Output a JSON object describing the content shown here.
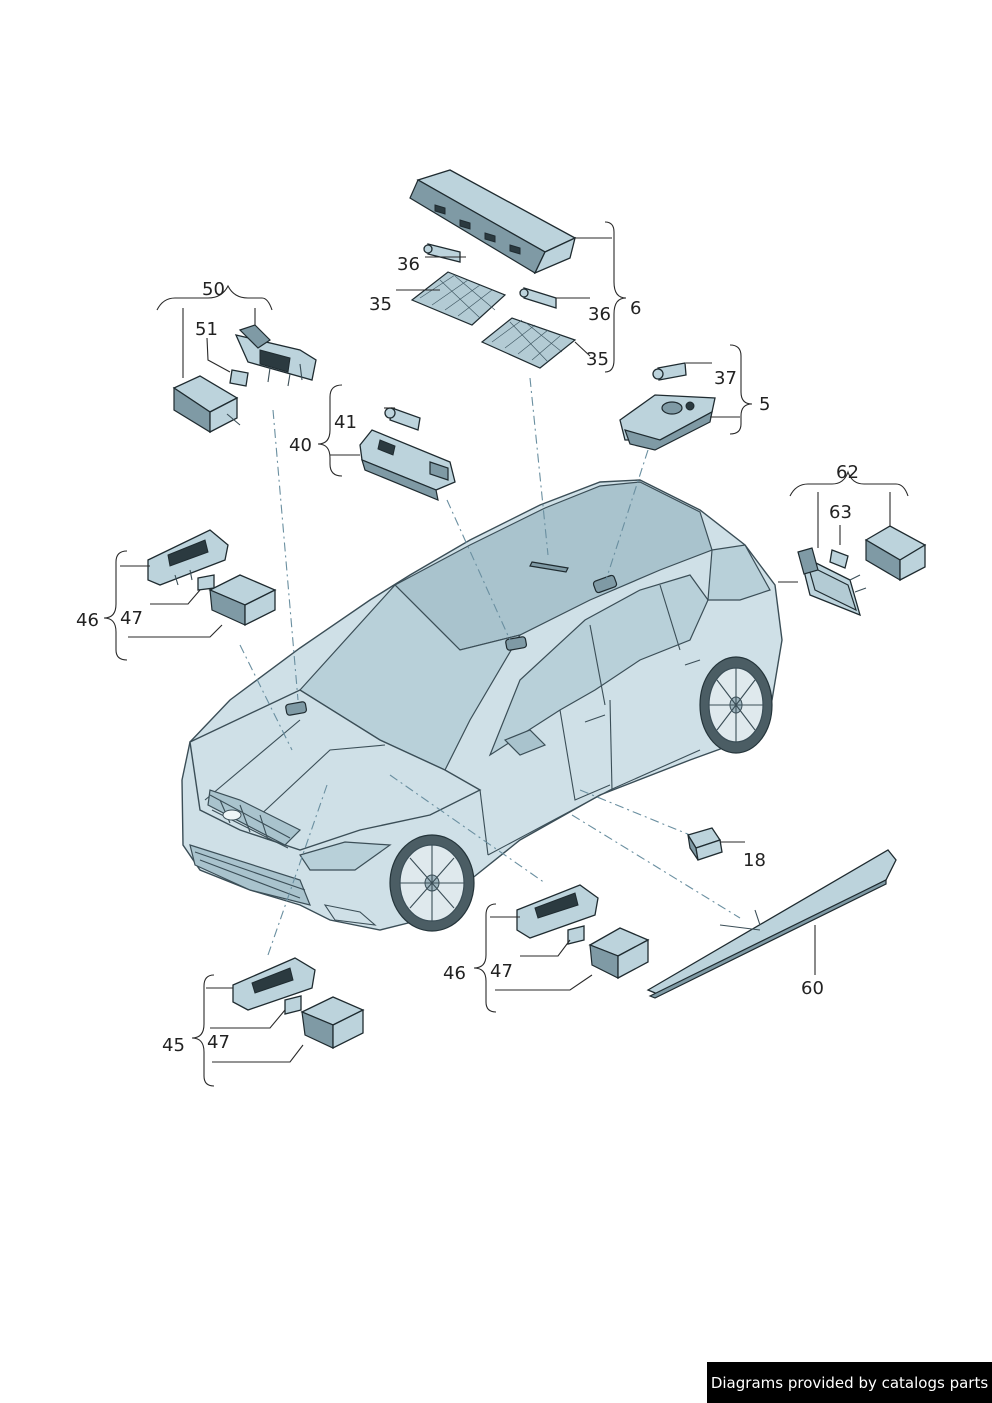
{
  "callouts": {
    "c6": "6",
    "c36a": "36",
    "c36b": "36",
    "c35a": "35",
    "c35b": "35",
    "c50": "50",
    "c51": "51",
    "c41": "41",
    "c40": "40",
    "c37": "37",
    "c5": "5",
    "c62": "62",
    "c63": "63",
    "c46a": "46",
    "c47a": "47",
    "c18": "18",
    "c46b": "46",
    "c47b": "47",
    "c60": "60",
    "c45": "45",
    "c47c": "47"
  },
  "footer": {
    "credit": "Diagrams provided by catalogs parts"
  }
}
